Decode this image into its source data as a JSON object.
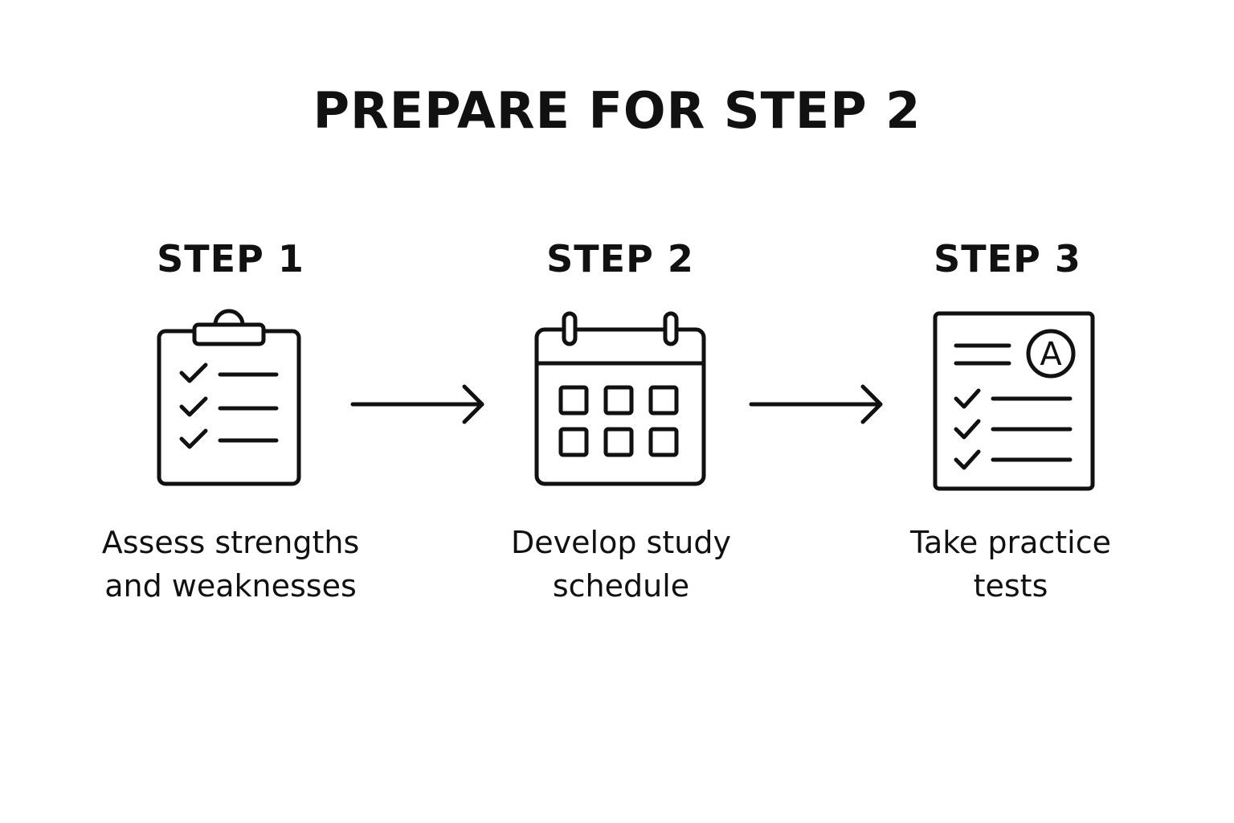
{
  "title": "PREPARE FOR STEP 2",
  "steps": [
    {
      "heading": "STEP 1",
      "description_lines": [
        "Assess strengths",
        "and weaknesses"
      ],
      "icon": "clipboard-checklist-icon"
    },
    {
      "heading": "STEP 2",
      "description_lines": [
        "Develop study",
        "schedule"
      ],
      "icon": "calendar-icon"
    },
    {
      "heading": "STEP 3",
      "description_lines": [
        "Take practice",
        "tests"
      ],
      "icon": "graded-test-icon"
    }
  ],
  "grade_letter": "A",
  "colors": {
    "ink": "#111111",
    "background": "#ffffff"
  }
}
